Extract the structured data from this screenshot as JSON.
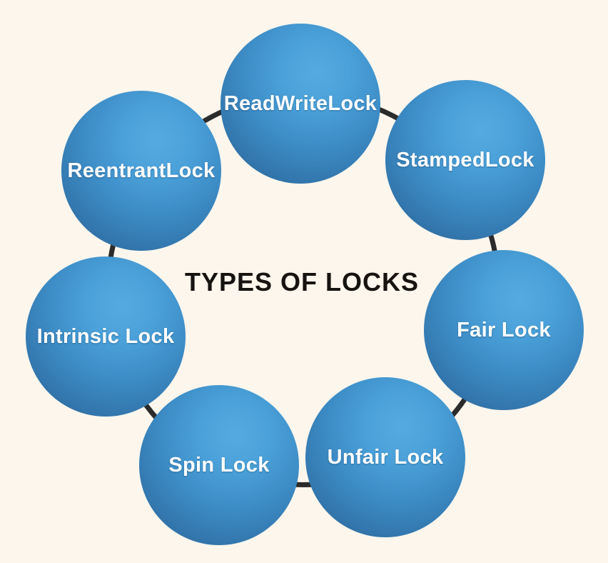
{
  "diagram": {
    "title": "TYPES OF LOCKS",
    "type": "circular-cycle",
    "node_count": 7,
    "nodes": [
      {
        "label": "ReadWriteLock",
        "position": "top"
      },
      {
        "label": "StampedLock",
        "position": "top-right"
      },
      {
        "label": "Fair Lock",
        "position": "right"
      },
      {
        "label": "Unfair Lock",
        "position": "bottom-right"
      },
      {
        "label": "Spin Lock",
        "position": "bottom-left"
      },
      {
        "label": "Intrinsic Lock",
        "position": "left"
      },
      {
        "label": "ReentrantLock",
        "position": "top-left"
      }
    ],
    "colors": {
      "background": "#FCF6ED",
      "sphere_highlight": "#55ABE1",
      "sphere_edge": "#2C6392",
      "connector_ring": "#2B2B2B",
      "node_label_text": "#FFFFFF",
      "title_text": "#171310"
    }
  }
}
